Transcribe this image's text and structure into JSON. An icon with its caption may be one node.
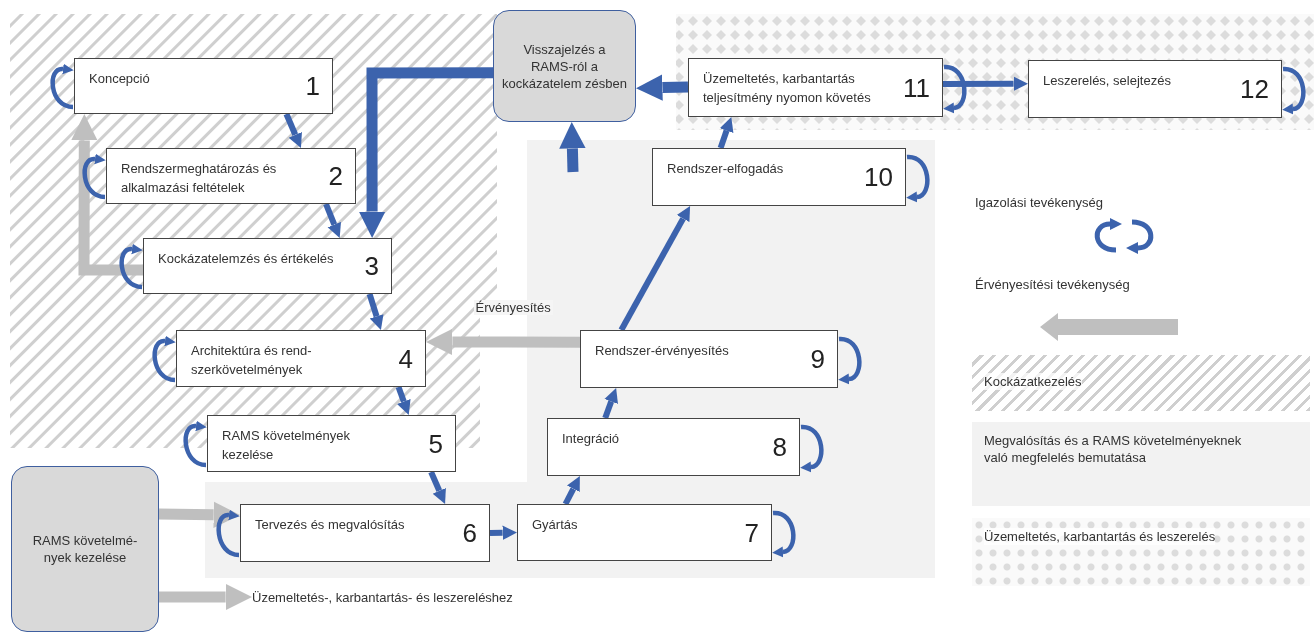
{
  "diagram": {
    "nodes": [
      {
        "text": [
          "Koncepció",
          "1"
        ]
      },
      {
        "text": [
          "Rendszermeghatározás és alkalmazási feltételek",
          "2"
        ]
      },
      {
        "text": [
          "Kockázatelemzés és értékelés",
          "3"
        ]
      },
      {
        "text": [
          "Architektúra és rend- szerkövetelmények",
          "4"
        ]
      },
      {
        "text": [
          "RAMS követelmények kezelése",
          "5"
        ]
      },
      {
        "text": [
          "Tervezés és megvalósítás",
          "6"
        ]
      },
      {
        "text": [
          "Gyártás",
          "7"
        ]
      },
      {
        "text": [
          "Integráció",
          "8"
        ]
      },
      {
        "text": [
          "Rendszer-érvényesítés",
          "9"
        ]
      },
      {
        "text": [
          "Rendszer-elfogadás",
          "10"
        ]
      },
      {
        "text": [
          "Üzemeltetés, karbantartás teljesítmény nyomon követés",
          "11"
        ]
      },
      {
        "text": [
          "Leszerelés, selejtezés",
          "12"
        ]
      },
      {
        "text": [
          "Visszajelzés a RAMS-ról a kockázatelem zésben"
        ]
      },
      {
        "text": [
          "RAMS követelmé- nyek kezelése"
        ]
      },
      {
        "text": [
          "Üzemeltetés-, karbantartás- és leszereléshez"
        ]
      }
    ],
    "edges": [
      {
        "from": 0,
        "to": 1,
        "arrow": "to"
      },
      {
        "from": 1,
        "to": 2,
        "arrow": "to"
      },
      {
        "from": 2,
        "to": 3,
        "arrow": "to"
      },
      {
        "from": 3,
        "to": 4,
        "arrow": "to"
      },
      {
        "from": 4,
        "to": 5,
        "arrow": "to"
      },
      {
        "from": 5,
        "to": 6,
        "arrow": "to"
      },
      {
        "from": 6,
        "to": 7,
        "arrow": "to"
      },
      {
        "from": 7,
        "to": 8,
        "arrow": "to"
      },
      {
        "from": 8,
        "to": 9,
        "arrow": "to"
      },
      {
        "from": 9,
        "to": 10,
        "arrow": "to"
      },
      {
        "from": 10,
        "to": 11,
        "arrow": "to"
      },
      {
        "from": 10,
        "to": 12,
        "arrow": "to",
        "style": "thick"
      },
      {
        "from": 12,
        "to": 2,
        "arrow": "to",
        "style": "thick"
      },
      {
        "from": null,
        "to": 12,
        "arrow": "to",
        "style": "thick"
      },
      {
        "from": 2,
        "to": 0,
        "arrow": "to",
        "style": "thick",
        "color": "#bfbfbf"
      },
      {
        "from": 8,
        "to": 3,
        "arrow": "to",
        "label": "Érvényesítés",
        "style": "thick",
        "color": "#bfbfbf"
      },
      {
        "from": 13,
        "to": 5,
        "arrow": "to",
        "style": "thick",
        "color": "#bfbfbf"
      },
      {
        "from": 13,
        "to": 14,
        "arrow": "to",
        "style": "thick",
        "color": "#bfbfbf"
      }
    ],
    "legend": [
      {
        "text": "Igazolási tevékenység"
      },
      {
        "text": "Érvényesítési tevékenység"
      },
      {
        "text": "Kockázatkezelés"
      },
      {
        "text": "Megvalósítás és a RAMS követelményeknek való megfelelés bemutatása",
        "color": "#f2f2f2"
      },
      {
        "text": "Üzemeltetés, karbantartás és leszerelés"
      }
    ]
  }
}
